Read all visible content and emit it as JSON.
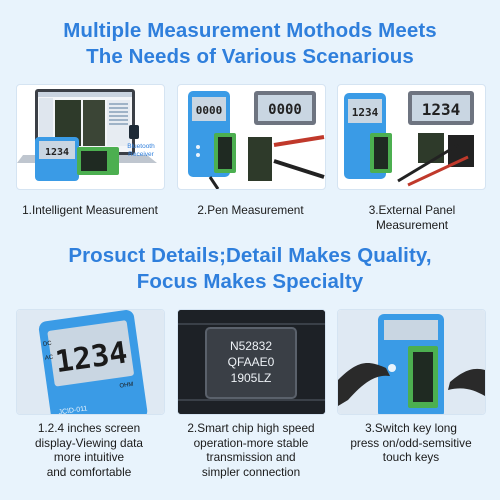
{
  "section1": {
    "title_lines": [
      "Multiple Measurement Mothods Meets",
      "The Needs of Various Scenarious"
    ],
    "panels": [
      {
        "caption_lines": [
          "1.Intelligent Measurement"
        ],
        "bluetooth_label_lines": [
          "Bluetooth",
          "Receiver"
        ],
        "display_value": "1234"
      },
      {
        "caption_lines": [
          "2.Pen Measurement"
        ],
        "display_value": "0000"
      },
      {
        "caption_lines": [
          "3.External Panel",
          "Measurement"
        ],
        "display_value": "1234"
      }
    ]
  },
  "section2": {
    "title_lines": [
      "Prosuct Details;Detail Makes Quality,",
      "Focus Makes Specialty"
    ],
    "panels": [
      {
        "caption_lines": [
          "1.2.4 inches screen",
          "display-Viewing data",
          "more intuitive",
          "and comfortable"
        ],
        "display_value": "1234",
        "device_labels": [
          "DC",
          "AC",
          "OHM",
          "JCID-011"
        ]
      },
      {
        "caption_lines": [
          "2.Smart chip high speed",
          "operation-more stable",
          "transmission and",
          "simpler connection"
        ],
        "chip_lines": [
          "N52832",
          "QFAAE0",
          "1905LZ"
        ]
      },
      {
        "caption_lines": [
          "3.Switch key long",
          "press on/odd-semsitive",
          "touch keys"
        ]
      }
    ]
  },
  "colors": {
    "heading": "#2f7fdc",
    "device_blue": "#3a9be6",
    "lcd": "#c9d6e2",
    "pcb_green": "#4caf50"
  }
}
